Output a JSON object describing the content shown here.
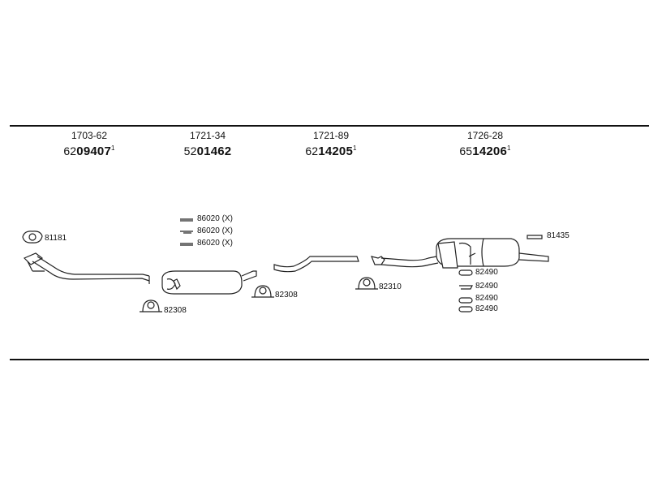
{
  "parts": [
    {
      "ref": "1703-62",
      "prefix": "62",
      "number": "09407",
      "mark": "1"
    },
    {
      "ref": "1721-34",
      "prefix": "52",
      "number": "01462",
      "mark": ""
    },
    {
      "ref": "1721-89",
      "prefix": "62",
      "number": "14205",
      "mark": "1"
    },
    {
      "ref": "1726-28",
      "prefix": "65",
      "number": "14206",
      "mark": "1"
    }
  ],
  "accessories": {
    "gasket": "81181",
    "clamp_a": "82308",
    "clamp_b": "82308",
    "clamp_c": "82310",
    "hangers_mid": [
      "86020 (X)",
      "86020 (X)",
      "86020 (X)"
    ],
    "rear_bracket": "81435",
    "hangers_rear": [
      "82490",
      "82490",
      "82490",
      "82490"
    ]
  }
}
